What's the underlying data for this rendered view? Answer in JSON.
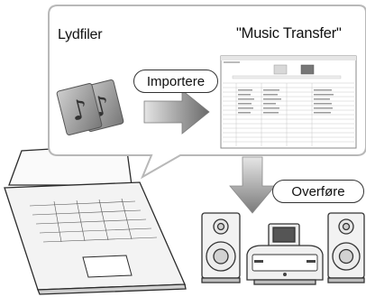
{
  "labels": {
    "audio_files": "Lydfiler",
    "app_name": "\"Music Transfer\"",
    "import": "Importere",
    "transfer": "Overføre"
  },
  "colors": {
    "bubble_fill": "#ffffff",
    "bubble_stroke": "#b8b8b8",
    "arrow_dark": "#666666",
    "arrow_light": "#d9d9d9",
    "device_fill": "#f2f2f2",
    "device_stroke": "#333333"
  },
  "icons": [
    "music-note-icon",
    "laptop-icon",
    "speaker-icon",
    "stereo-system-icon",
    "arrow-right-icon",
    "arrow-down-icon"
  ]
}
